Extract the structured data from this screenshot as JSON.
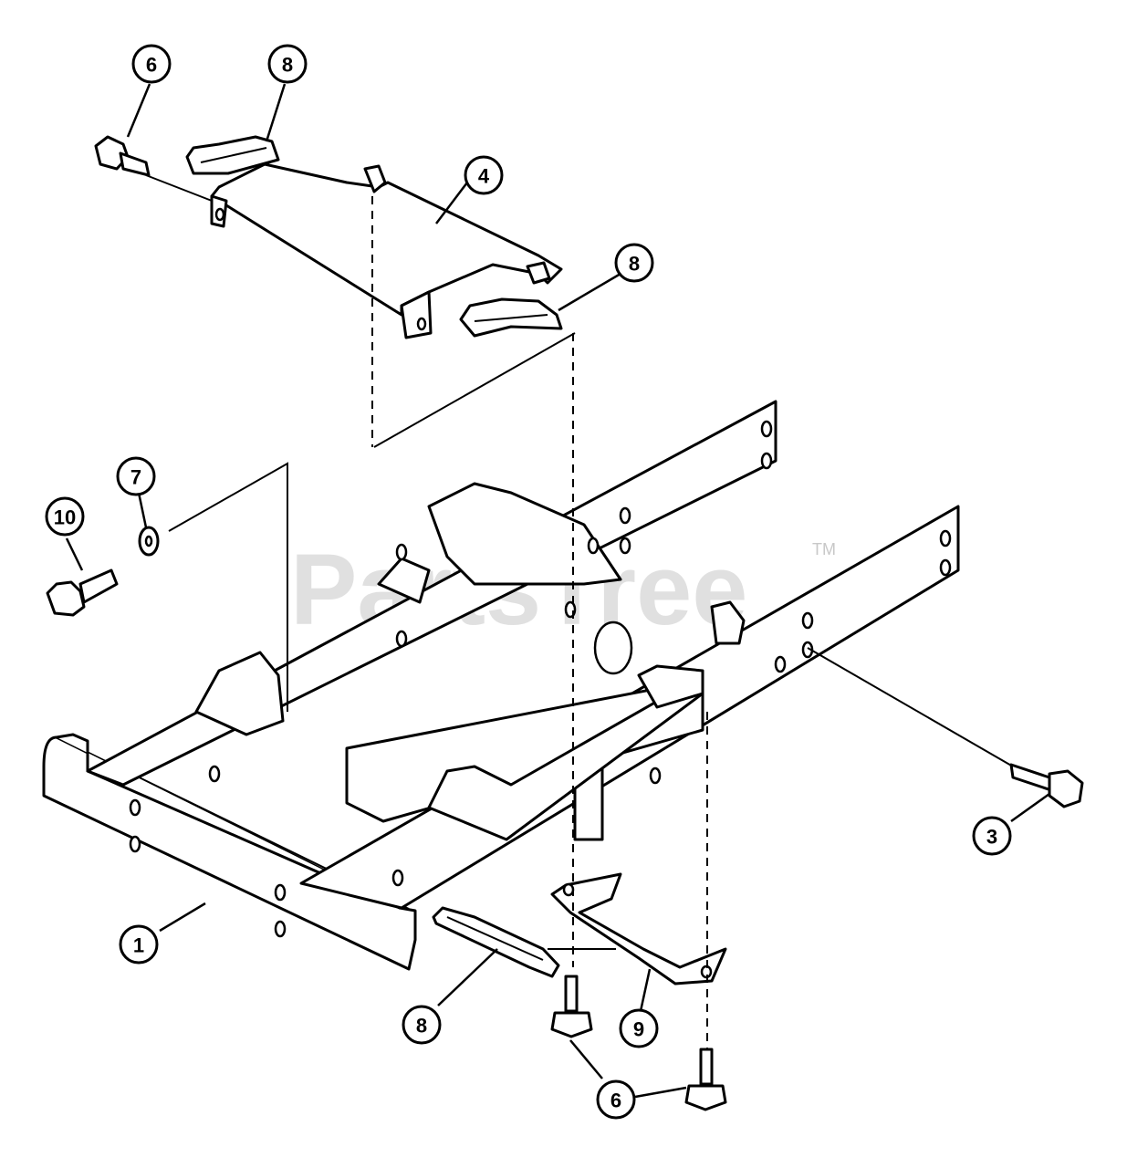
{
  "watermark": {
    "text": "PartsTree",
    "tm": "TM"
  },
  "callouts": [
    {
      "id": "callout-6-top",
      "label": "6"
    },
    {
      "id": "callout-8-top",
      "label": "8"
    },
    {
      "id": "callout-4",
      "label": "4"
    },
    {
      "id": "callout-8-mid",
      "label": "8"
    },
    {
      "id": "callout-7",
      "label": "7"
    },
    {
      "id": "callout-10",
      "label": "10"
    },
    {
      "id": "callout-3",
      "label": "3"
    },
    {
      "id": "callout-1",
      "label": "1"
    },
    {
      "id": "callout-8-bottom",
      "label": "8"
    },
    {
      "id": "callout-9",
      "label": "9"
    },
    {
      "id": "callout-6-bottom",
      "label": "6"
    }
  ]
}
